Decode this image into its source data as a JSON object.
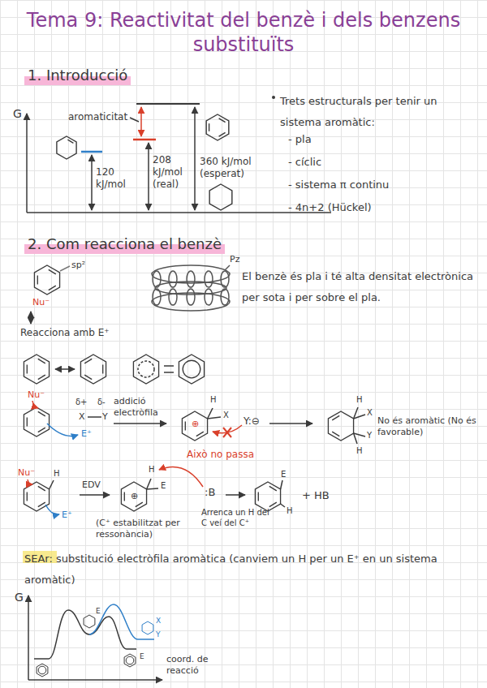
{
  "diagram": {
    "title": "Tema 9: Reactivitat del benzè i dels benzens substituïts",
    "labels": [
      "1. Introducció",
      "G",
      "aromaticitat",
      "120 kJ/mol",
      "208 kJ/mol (real)",
      "360 kJ/mol (esperat)",
      "Trets estructurals per tenir un sistema aromàtic:",
      "- pla",
      "- cíclic",
      "- sistema π continu",
      "- 4n+2 (Hückel)",
      "2. Com reacciona el benzè",
      "sp²",
      "Nu⁻",
      "Reacciona amb E⁺",
      "Pz",
      "El benzè és pla i té alta densitat electrònica per sota i per sobre el pla.",
      "Nu⁻",
      "δ+",
      "δ-",
      "X",
      "Y",
      "E⁺",
      "addició electròfila",
      "H",
      "X",
      "⊕",
      "Y:⊖",
      "Això no passa",
      "H",
      "X",
      "Y",
      "H",
      "No és aromàtic (No és favorable)",
      "Nu⁻",
      "H",
      "E⁺",
      "EDV",
      "H",
      "E",
      "⊕",
      ":B",
      "Arrenca un H del C veí del C⁺",
      "E",
      "H",
      "+ HB",
      "(C⁺ estabilitzat per ressonància)",
      "SEAr: substitució electròfila aromàtica (canviem un H per un E⁺ en un sistema aromàtic)",
      "G",
      "E",
      "E",
      "X",
      "Y",
      "coord. de reacció"
    ]
  }
}
